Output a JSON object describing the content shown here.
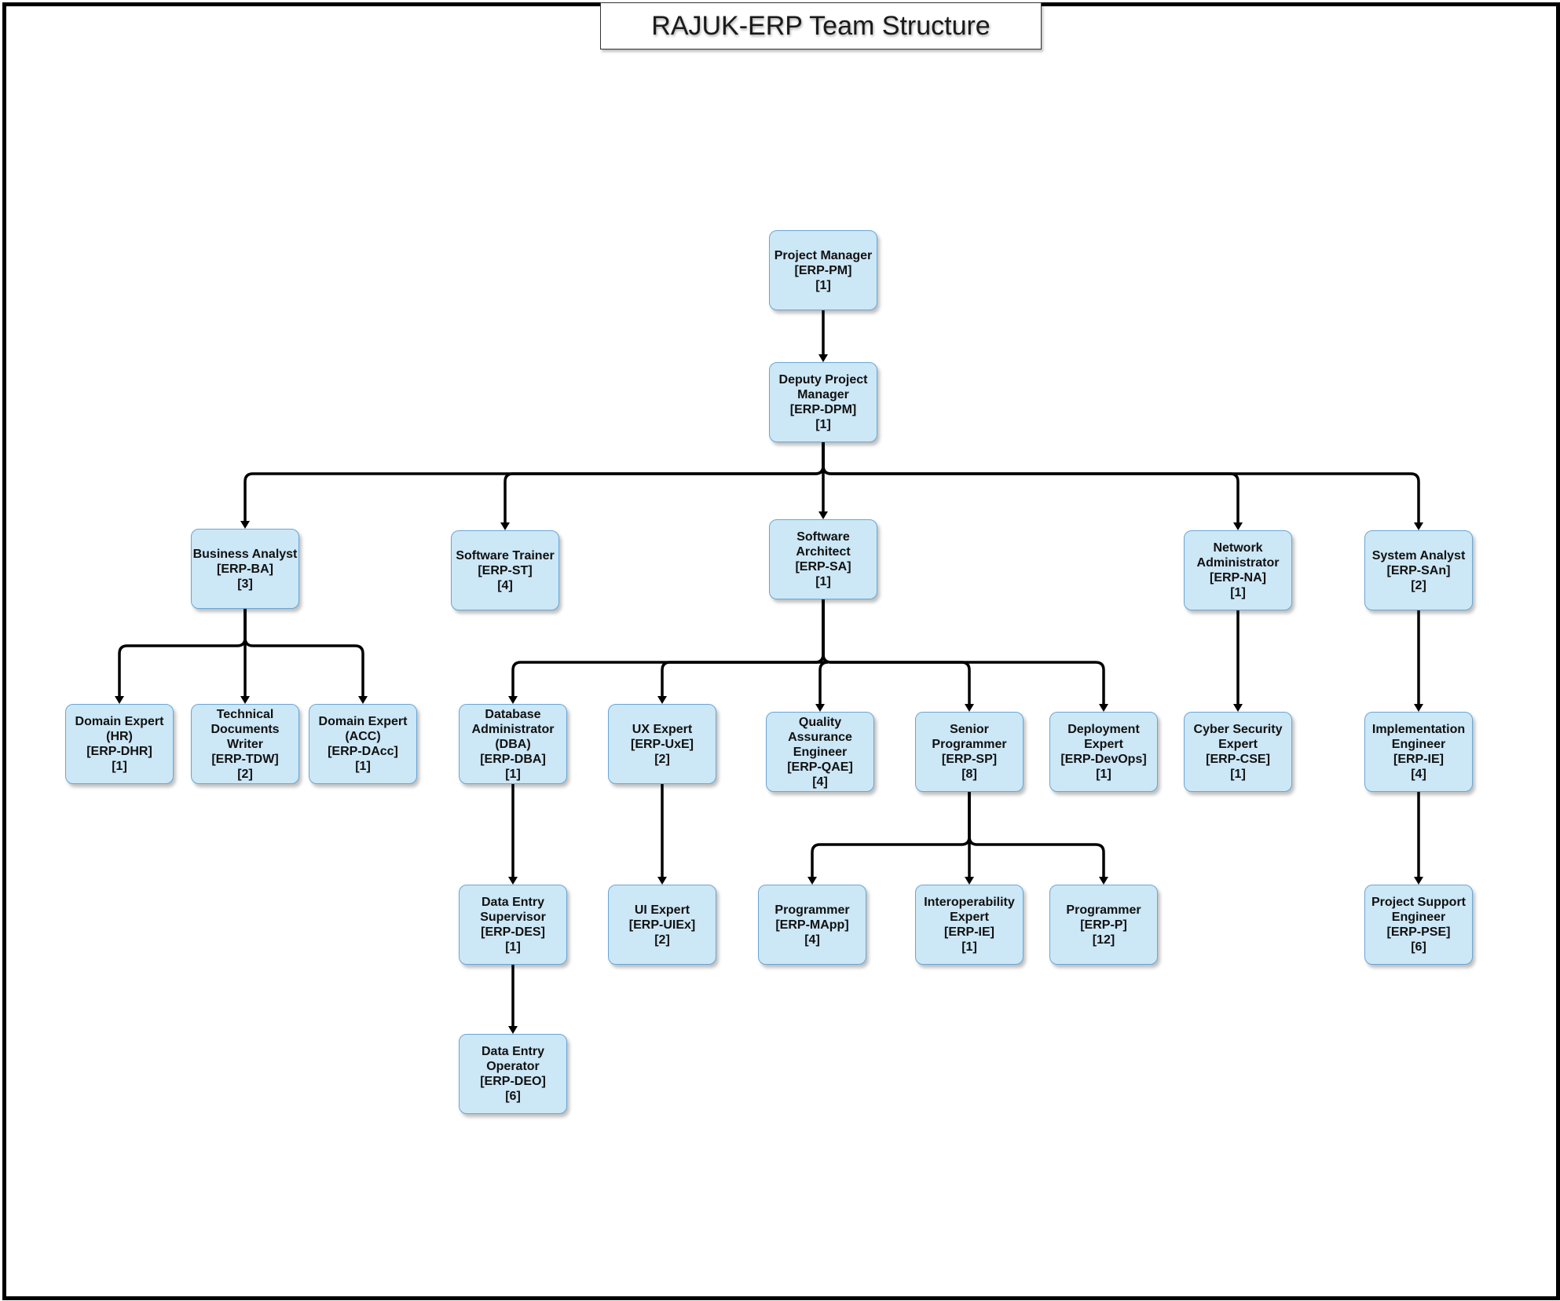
{
  "title": "RAJUK-ERP Team Structure",
  "colors": {
    "node_fill": "#cce7f6",
    "node_border": "#6aa6d6",
    "connector": "#000000"
  },
  "nodes": {
    "pm": {
      "name": [
        "Project Manager"
      ],
      "code": "[ERP-PM]",
      "count": "[1]"
    },
    "dpm": {
      "name": [
        "Deputy Project",
        "Manager"
      ],
      "code": "[ERP-DPM]",
      "count": "[1]"
    },
    "ba": {
      "name": [
        "Business Analyst"
      ],
      "code": "[ERP-BA]",
      "count": "[3]"
    },
    "st": {
      "name": [
        "Software Trainer"
      ],
      "code": "[ERP-ST]",
      "count": "[4]"
    },
    "sa": {
      "name": [
        "Software",
        "Architect"
      ],
      "code": "[ERP-SA]",
      "count": "[1]"
    },
    "na": {
      "name": [
        "Network",
        "Administrator"
      ],
      "code": "[ERP-NA]",
      "count": "[1]"
    },
    "san": {
      "name": [
        "System Analyst"
      ],
      "code": "[ERP-SAn]",
      "count": "[2]"
    },
    "dhr": {
      "name": [
        "Domain Expert",
        "(HR)"
      ],
      "code": "[ERP-DHR]",
      "count": "[1]"
    },
    "tdw": {
      "name": [
        "Technical",
        "Documents",
        "Writer"
      ],
      "code": "[ERP-TDW]",
      "count": "[2]"
    },
    "dacc": {
      "name": [
        "Domain Expert",
        "(ACC)"
      ],
      "code": "[ERP-DAcc]",
      "count": "[1]"
    },
    "dba": {
      "name": [
        "Database",
        "Administrator",
        "(DBA)"
      ],
      "code": "[ERP-DBA]",
      "count": "[1]"
    },
    "uxe": {
      "name": [
        "UX Expert"
      ],
      "code": "[ERP-UxE]",
      "count": "[2]"
    },
    "qae": {
      "name": [
        "Quality",
        "Assurance",
        "Engineer"
      ],
      "code": "[ERP-QAE]",
      "count": "[4]"
    },
    "sp": {
      "name": [
        "Senior",
        "Programmer"
      ],
      "code": "[ERP-SP]",
      "count": "[8]"
    },
    "devops": {
      "name": [
        "Deployment",
        "Expert"
      ],
      "code": "[ERP-DevOps]",
      "count": "[1]"
    },
    "cse": {
      "name": [
        "Cyber Security",
        "Expert"
      ],
      "code": "[ERP-CSE]",
      "count": "[1]"
    },
    "ie_impl": {
      "name": [
        "Implementation",
        "Engineer"
      ],
      "code": "[ERP-IE]",
      "count": "[4]"
    },
    "des": {
      "name": [
        "Data Entry",
        "Supervisor"
      ],
      "code": "[ERP-DES]",
      "count": "[1]"
    },
    "uiex": {
      "name": [
        "UI Expert"
      ],
      "code": "[ERP-UIEx]",
      "count": "[2]"
    },
    "mapp": {
      "name": [
        "Programmer"
      ],
      "code": "[ERP-MApp]",
      "count": "[4]"
    },
    "ie_int": {
      "name": [
        "Interoperability",
        "Expert"
      ],
      "code": "[ERP-IE]",
      "count": "[1]"
    },
    "p": {
      "name": [
        "Programmer"
      ],
      "code": "[ERP-P]",
      "count": "[12]"
    },
    "pse": {
      "name": [
        "Project Support",
        "Engineer"
      ],
      "code": "[ERP-PSE]",
      "count": "[6]"
    },
    "deo": {
      "name": [
        "Data Entry",
        "Operator"
      ],
      "code": "[ERP-DEO]",
      "count": "[6]"
    }
  },
  "edges": [
    [
      "pm",
      "dpm"
    ],
    [
      "dpm",
      "ba"
    ],
    [
      "dpm",
      "st"
    ],
    [
      "dpm",
      "sa"
    ],
    [
      "dpm",
      "na"
    ],
    [
      "dpm",
      "san"
    ],
    [
      "ba",
      "dhr"
    ],
    [
      "ba",
      "tdw"
    ],
    [
      "ba",
      "dacc"
    ],
    [
      "sa",
      "dba"
    ],
    [
      "sa",
      "uxe"
    ],
    [
      "sa",
      "qae"
    ],
    [
      "sa",
      "sp"
    ],
    [
      "sa",
      "devops"
    ],
    [
      "na",
      "cse"
    ],
    [
      "san",
      "ie_impl"
    ],
    [
      "dba",
      "des"
    ],
    [
      "des",
      "deo"
    ],
    [
      "uxe",
      "uiex"
    ],
    [
      "sp",
      "mapp"
    ],
    [
      "sp",
      "ie_int"
    ],
    [
      "sp",
      "p"
    ],
    [
      "ie_impl",
      "pse"
    ]
  ]
}
